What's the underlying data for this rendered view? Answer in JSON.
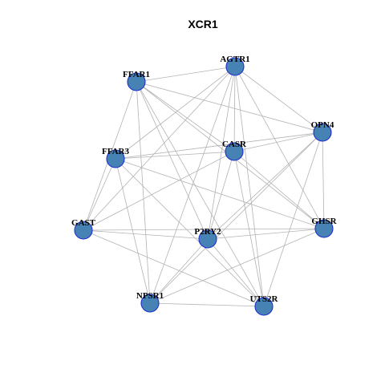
{
  "title": "XCR1",
  "colors": {
    "node_fill": "#4682b4",
    "node_stroke": "#1f2fd0",
    "edge": "#b3b3b3",
    "label": "#000000",
    "background": "#ffffff"
  },
  "nodes": [
    {
      "id": "AGTR1",
      "label": "AGTR1"
    },
    {
      "id": "FFAR1",
      "label": "FFAR1"
    },
    {
      "id": "OPN4",
      "label": "OPN4"
    },
    {
      "id": "CASR",
      "label": "CASR"
    },
    {
      "id": "FFAR3",
      "label": "FFAR3"
    },
    {
      "id": "GHSR",
      "label": "GHSR"
    },
    {
      "id": "GAST",
      "label": "GAST"
    },
    {
      "id": "P2RY2",
      "label": "P2RY2"
    },
    {
      "id": "NPSR1",
      "label": "NPSR1"
    },
    {
      "id": "UTS2R",
      "label": "UTS2R"
    }
  ],
  "edges": [
    [
      "FFAR1",
      "AGTR1"
    ],
    [
      "FFAR1",
      "OPN4"
    ],
    [
      "FFAR1",
      "CASR"
    ],
    [
      "FFAR1",
      "GHSR"
    ],
    [
      "FFAR1",
      "GAST"
    ],
    [
      "FFAR1",
      "P2RY2"
    ],
    [
      "FFAR1",
      "NPSR1"
    ],
    [
      "FFAR1",
      "UTS2R"
    ],
    [
      "AGTR1",
      "OPN4"
    ],
    [
      "AGTR1",
      "CASR"
    ],
    [
      "AGTR1",
      "FFAR3"
    ],
    [
      "AGTR1",
      "GHSR"
    ],
    [
      "AGTR1",
      "GAST"
    ],
    [
      "AGTR1",
      "P2RY2"
    ],
    [
      "AGTR1",
      "NPSR1"
    ],
    [
      "AGTR1",
      "UTS2R"
    ],
    [
      "OPN4",
      "FFAR3"
    ],
    [
      "OPN4",
      "CASR"
    ],
    [
      "OPN4",
      "GHSR"
    ],
    [
      "OPN4",
      "P2RY2"
    ],
    [
      "OPN4",
      "NPSR1"
    ],
    [
      "OPN4",
      "UTS2R"
    ],
    [
      "CASR",
      "FFAR3"
    ],
    [
      "CASR",
      "GAST"
    ],
    [
      "CASR",
      "GHSR"
    ],
    [
      "CASR",
      "P2RY2"
    ],
    [
      "CASR",
      "UTS2R"
    ],
    [
      "FFAR3",
      "GAST"
    ],
    [
      "FFAR3",
      "GHSR"
    ],
    [
      "FFAR3",
      "NPSR1"
    ],
    [
      "FFAR3",
      "UTS2R"
    ],
    [
      "GAST",
      "P2RY2"
    ],
    [
      "GAST",
      "GHSR"
    ],
    [
      "GAST",
      "UTS2R"
    ],
    [
      "GHSR",
      "P2RY2"
    ],
    [
      "GHSR",
      "NPSR1"
    ],
    [
      "P2RY2",
      "UTS2R"
    ],
    [
      "P2RY2",
      "NPSR1"
    ],
    [
      "NPSR1",
      "UTS2R"
    ]
  ]
}
